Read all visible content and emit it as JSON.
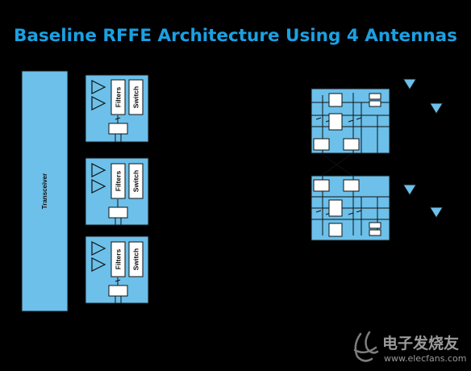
{
  "title": "Baseline RFFE Architecture Using 4 Antennas",
  "transceiver_label": "Transceiver",
  "modules": [
    {
      "filters_label": "Filters",
      "switch_label": "Switch"
    },
    {
      "filters_label": "Filters",
      "switch_label": "Switch"
    },
    {
      "filters_label": "Filters",
      "switch_label": "Switch"
    }
  ],
  "watermark": {
    "cn": "电子发烧友",
    "url": "www.elecfans.com"
  },
  "colors": {
    "background": "#000000",
    "block_fill": "#6cc0ea",
    "title": "#1aa1e3",
    "stroke": "#1a1a1a"
  },
  "icons": [
    "amplifier-triangle-icon",
    "antenna-triangle-icon",
    "watermark-logo-icon"
  ]
}
